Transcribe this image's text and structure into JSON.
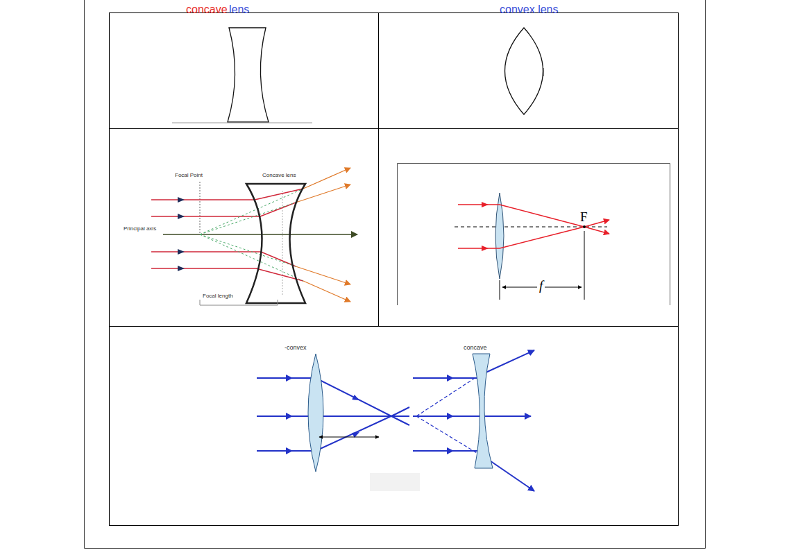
{
  "diagram": {
    "labels": [
      "concave",
      "lens",
      "convex lens",
      "Focal Point",
      "Concave lens",
      "Principal axis",
      "Focal length",
      "F",
      "f",
      "-convex",
      "concave"
    ]
  }
}
